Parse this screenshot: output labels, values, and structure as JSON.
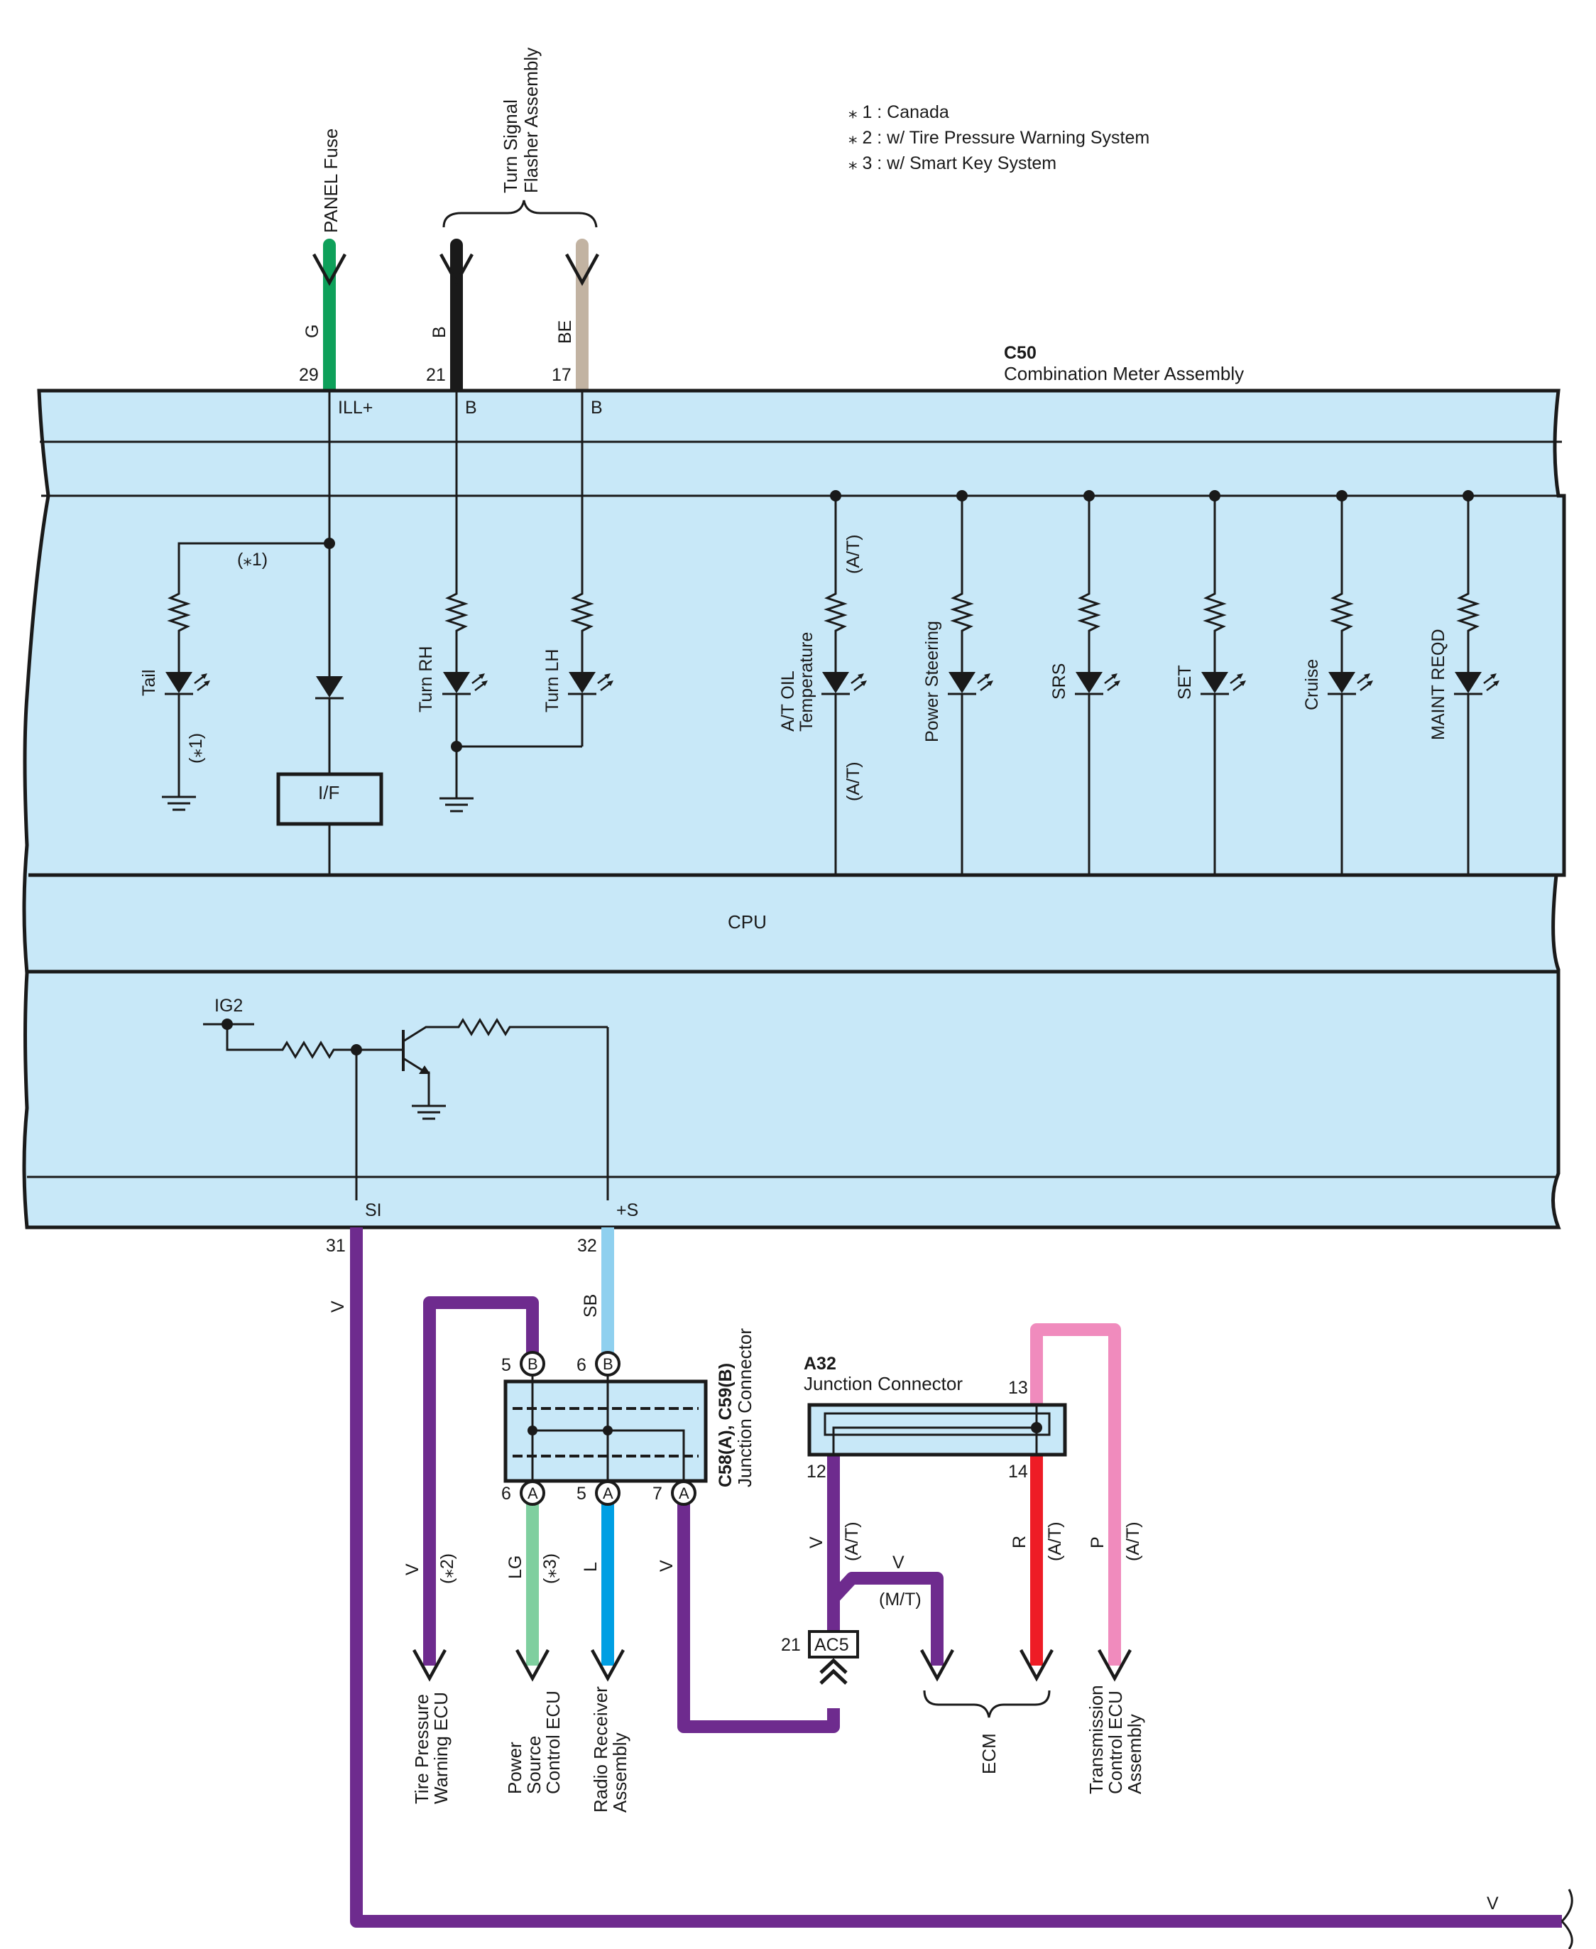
{
  "notes": [
    "⁎ 1 : Canada",
    "⁎ 2 : w/ Tire Pressure Warning System",
    "⁎ 3 : w/ Smart Key System"
  ],
  "meter": {
    "code": "C50",
    "name": "Combination Meter Assembly",
    "cpu": "CPU"
  },
  "inputs": {
    "panel_fuse": "PANEL Fuse",
    "flasher_line1": "Turn Signal",
    "flasher_line2": "Flasher Assembly",
    "wire_panel": {
      "color_code": "G",
      "pin": "29",
      "term": "ILL+",
      "hex": "#0ea05a"
    },
    "wire_rh": {
      "color_code": "B",
      "pin": "21",
      "term": "B",
      "hex": "#1a1a1a"
    },
    "wire_lh": {
      "color_code": "BE",
      "pin": "17",
      "term": "B",
      "hex": "#c2b3a2"
    }
  },
  "lamps": {
    "tail": "Tail",
    "turn_rh": "Turn RH",
    "turn_lh": "Turn LH",
    "at_oil_line1": "A/T OIL",
    "at_oil_line2": "Temperature",
    "power_steering": "Power Steering",
    "srs": "SRS",
    "set": "SET",
    "cruise": "Cruise",
    "maint": "MAINT REQD",
    "interface": "I/F",
    "star1a": "(⁎1)",
    "star1b": "(⁎1)",
    "at_a": "(A/T)",
    "at_b": "(A/T)"
  },
  "lower_meter": {
    "ig2": "IG2",
    "si": "SI",
    "plus_s": "+S"
  },
  "outputs": {
    "pin31": "31",
    "pin32": "32",
    "wire_si": {
      "color_code": "V",
      "hex": "#6e2b8e"
    },
    "wire_sb": {
      "color_code": "SB",
      "hex": "#8fd0ef"
    },
    "bottom_v": "V"
  },
  "jc_c58": {
    "label_line1": "C58(A), C59(B)",
    "label_line2": "Junction Connector",
    "top_pins": [
      {
        "num": "5",
        "conn": "B"
      },
      {
        "num": "6",
        "conn": "B"
      }
    ],
    "bottom_pins": [
      {
        "num": "6",
        "conn": "A"
      },
      {
        "num": "5",
        "conn": "A"
      },
      {
        "num": "7",
        "conn": "A"
      }
    ]
  },
  "jc_a32": {
    "code": "A32",
    "name": "Junction Connector",
    "pin13": "13",
    "pin12": "12",
    "pin14": "14"
  },
  "branch_labels": {
    "v1": "V",
    "star2": "(⁎2)",
    "lg": "LG",
    "star3": "(⁎3)",
    "l": "L",
    "v2": "V",
    "v3": "V",
    "at1": "(A/T)",
    "v4": "V",
    "mt": "(M/T)",
    "r": "R",
    "at2": "(A/T)",
    "p": "P",
    "at3": "(A/T)",
    "ac5": "AC5",
    "ac5_pin": "21"
  },
  "wire_colors": {
    "violet": "#6e2b8e",
    "light_green": "#7fcf9f",
    "blue": "#009fe3",
    "red": "#ee1c25",
    "pink": "#f08bbd",
    "meter_fill": "#c8e8f8"
  },
  "destinations": {
    "tpw_line1": "Tire Pressure",
    "tpw_line2": "Warning ECU",
    "psc_line1": "Power",
    "psc_line2": "Source",
    "psc_line3": "Control ECU",
    "radio_line1": "Radio Receiver",
    "radio_line2": "Assembly",
    "ecm": "ECM",
    "tcu_line1": "Transmission",
    "tcu_line2": "Control ECU",
    "tcu_line3": "Assembly"
  }
}
